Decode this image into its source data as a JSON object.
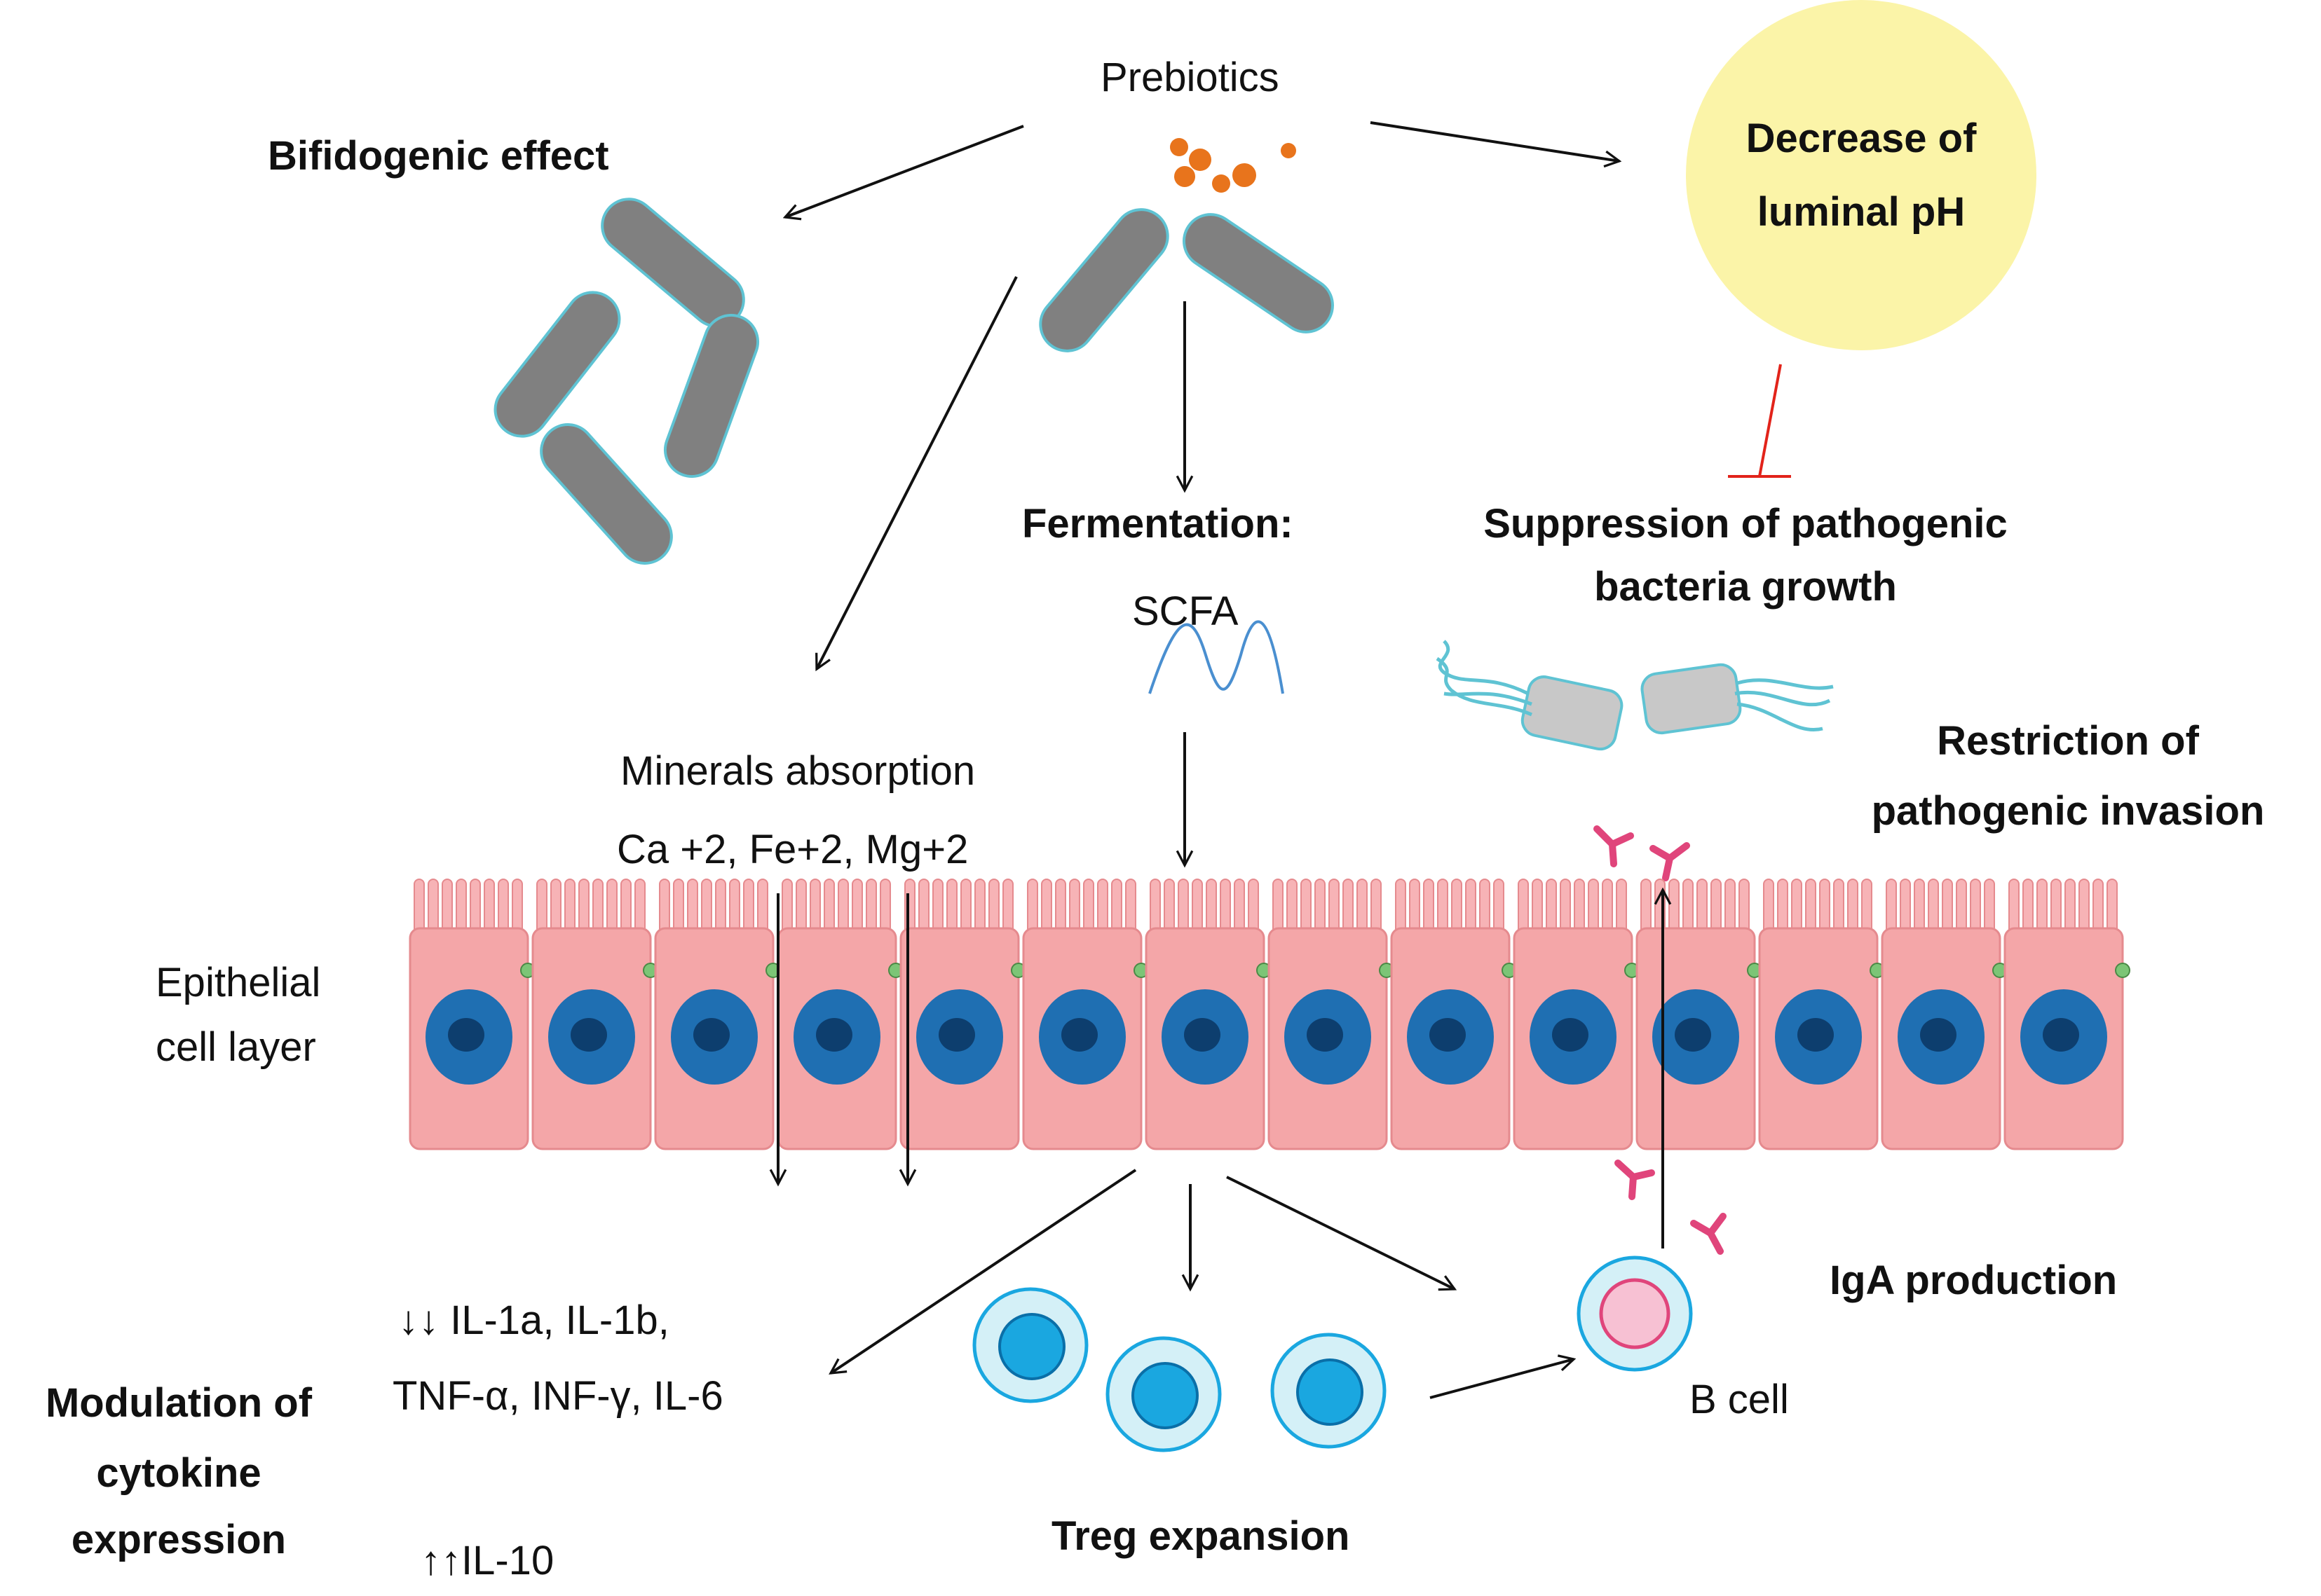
{
  "labels": {
    "prebiotics": "Prebiotics",
    "bifidogenic_effect": "Bifidogenic effect",
    "decrease_luminal_ph_line1": "Decrease of",
    "decrease_luminal_ph_line2": "luminal pH",
    "fermentation": "Fermentation:",
    "scfa": "SCFA",
    "suppression_line1": "Suppression of pathogenic",
    "suppression_line2": "bacteria growth",
    "minerals_absorption": "Minerals absorption",
    "minerals_list": "Ca +2, Fe+2, Mg+2",
    "restriction_line1": "Restriction of",
    "restriction_line2": "pathogenic invasion",
    "epithelial_line1": "Epithelial",
    "epithelial_line2": "cell layer",
    "iga_production": "IgA production",
    "cytokines_down_line1": "↓↓ IL-1a, IL-1b,",
    "cytokines_down_line2": "TNF-α, INF-γ, IL-6",
    "modulation_line1": "Modulation of",
    "modulation_line2": "cytokine",
    "modulation_line3": "expression",
    "il10_up": "↑↑IL-10",
    "b_cell": "B cell",
    "treg_expansion": "Treg expansion"
  },
  "colors": {
    "bacteria_fill": "#808080",
    "bacteria_outline": "#5fc3d3",
    "prebiotic_dots": "#e8741c",
    "ph_circle": "#fbf4a8",
    "inhibition_line": "#e2231a",
    "epithelium_cell": "#f4a6a8",
    "epithelium_outline": "#e58a8e",
    "nucleus_outer": "#1f6fb2",
    "nucleus_inner": "#0d3e6e",
    "junction": "#7cc576",
    "treg_outer": "#d4f0f7",
    "treg_inner": "#1aa7e0",
    "bcell_inner": "#f7c1d3",
    "bcell_outline": "#e0457b",
    "antibody": "#e0457b",
    "arrows": "#111111"
  },
  "icons": [
    "bacterium-rod",
    "pathogen-flagellated",
    "prebiotic-particle",
    "epithelial-cell",
    "treg-cell",
    "b-cell",
    "iga-antibody",
    "scfa-wave"
  ]
}
